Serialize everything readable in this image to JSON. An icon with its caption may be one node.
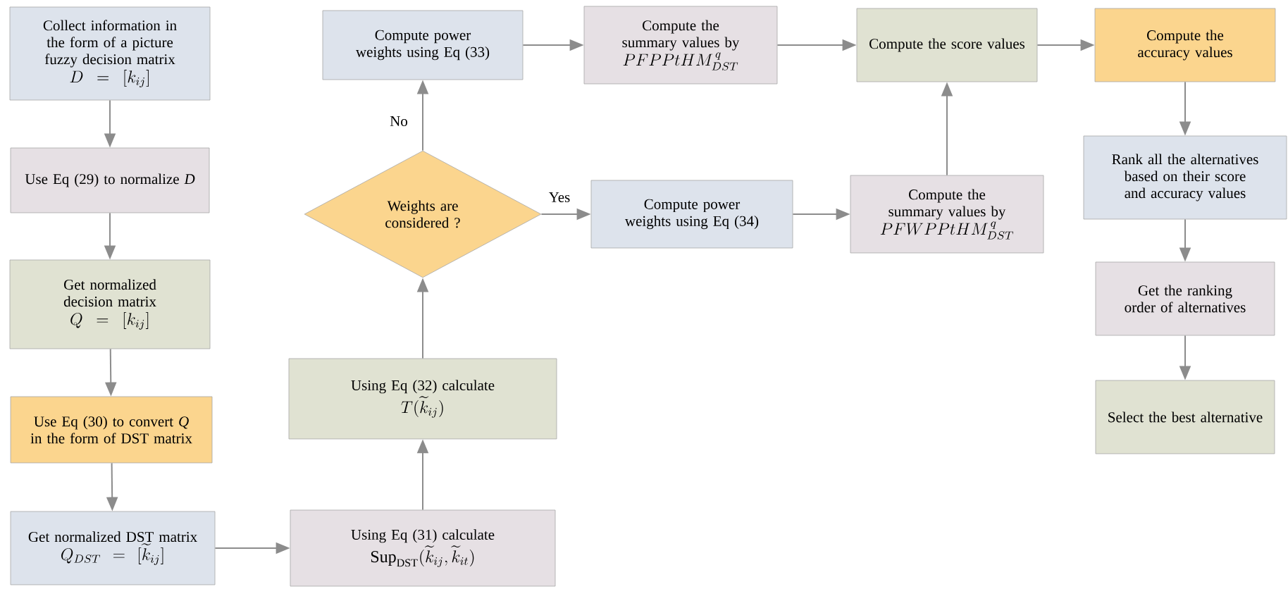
{
  "diagram": {
    "nodes": [
      {
        "text": [
          "Collect information in the form of a picture fuzzy decision matrix",
          "D=[k_{ij}]"
        ]
      },
      {
        "text": [
          "Use Eq (29) to normalize *D*"
        ]
      },
      {
        "text": [
          "Get normalized decision matrix",
          "Q=[k_{ij}]"
        ]
      },
      {
        "text": [
          "Use Eq (30) to convert *Q* in the form of DST matrix"
        ]
      },
      {
        "text": [
          "Get normalized DST matrix",
          "Q_{DST}=[\\widetilde{k}_{ij}]"
        ]
      },
      {
        "text": [
          "Using Eq (31) calculate",
          "\\mathrm{Sup}_{\\mathrm{DST}}(\\widetilde{k}_{ij},\\widetilde{k}_{it})"
        ]
      },
      {
        "text": [
          "Using Eq (32) calculate",
          "T(\\widetilde{k}_{ij})"
        ]
      },
      {
        "text": [
          "Weights are considered ?"
        ]
      },
      {
        "text": [
          "Compute power weights using Eq (33)"
        ]
      },
      {
        "text": [
          "Compute the summary values by",
          "PFPPtHM^{\\,q}_{DST}"
        ]
      },
      {
        "text": [
          "Compute power weights using Eq (34)"
        ]
      },
      {
        "text": [
          "Compute the summary values by",
          "PFWPPtHM^{\\,q}_{DST}"
        ]
      },
      {
        "text": [
          "Compute the score values"
        ]
      },
      {
        "text": [
          "Compute the accuracy values"
        ]
      },
      {
        "text": [
          "Rank all the alternatives based on their score and accuracy values"
        ]
      },
      {
        "text": [
          "Get the ranking order of alternatives"
        ]
      },
      {
        "text": [
          "Select the best alternative"
        ]
      }
    ],
    "edges": [
      {
        "from": 0,
        "to": 1,
        "arrow": "to"
      },
      {
        "from": 1,
        "to": 2,
        "arrow": "to"
      },
      {
        "from": 2,
        "to": 3,
        "arrow": "to"
      },
      {
        "from": 3,
        "to": 4,
        "arrow": "to"
      },
      {
        "from": 4,
        "to": 5,
        "arrow": "to"
      },
      {
        "from": 5,
        "to": 6,
        "arrow": "to"
      },
      {
        "from": 6,
        "to": 7,
        "arrow": "to"
      },
      {
        "from": 7,
        "to": 8,
        "arrow": "to",
        "label": "No"
      },
      {
        "from": 7,
        "to": 10,
        "arrow": "to",
        "label": "Yes"
      },
      {
        "from": 8,
        "to": 9,
        "arrow": "to"
      },
      {
        "from": 9,
        "to": 12,
        "arrow": "to"
      },
      {
        "from": 10,
        "to": 11,
        "arrow": "to"
      },
      {
        "from": 11,
        "to": 12,
        "arrow": "to"
      },
      {
        "from": 12,
        "to": 13,
        "arrow": "to"
      },
      {
        "from": 13,
        "to": 14,
        "arrow": "to"
      },
      {
        "from": 14,
        "to": 15,
        "arrow": "to"
      },
      {
        "from": 15,
        "to": 16,
        "arrow": "to"
      }
    ]
  }
}
